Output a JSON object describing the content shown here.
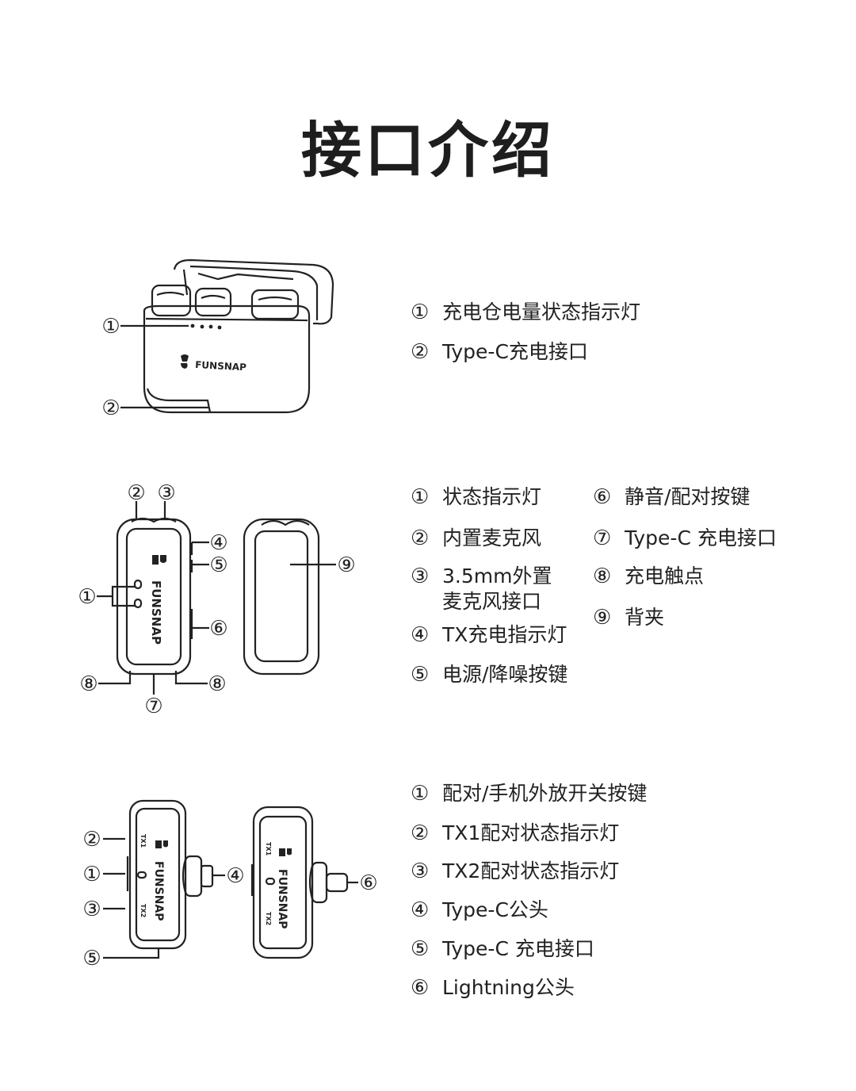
{
  "title": "接口介绍",
  "brand": "FUNSNAP",
  "labels": {
    "n1": "①",
    "n2": "②",
    "n3": "③",
    "n4": "④",
    "n5": "⑤",
    "n6": "⑥",
    "n7": "⑦",
    "n8": "⑧",
    "n9": "⑨",
    "tx1": "TX1",
    "tx2": "TX2"
  },
  "section1": [
    {
      "num": "①",
      "text": "充电仓电量状态指示灯"
    },
    {
      "num": "②",
      "text": "Type-C充电接口"
    }
  ],
  "section2_left": [
    {
      "num": "①",
      "text": "状态指示灯"
    },
    {
      "num": "②",
      "text": "内置麦克风"
    },
    {
      "num": "③",
      "text": "3.5mm外置",
      "text2": "麦克风接口"
    },
    {
      "num": "④",
      "text": "TX充电指示灯"
    },
    {
      "num": "⑤",
      "text": "电源/降噪按键"
    }
  ],
  "section2_right": [
    {
      "num": "⑥",
      "text": "静音/配对按键"
    },
    {
      "num": "⑦",
      "text": "Type-C 充电接口"
    },
    {
      "num": "⑧",
      "text": "充电触点"
    },
    {
      "num": "⑨",
      "text": "背夹"
    }
  ],
  "section3": [
    {
      "num": "①",
      "text": "配对/手机外放开关按键"
    },
    {
      "num": "②",
      "text": "TX1配对状态指示灯"
    },
    {
      "num": "③",
      "text": "TX2配对状态指示灯"
    },
    {
      "num": "④",
      "text": "Type-C公头"
    },
    {
      "num": "⑤",
      "text": "Type-C 充电接口"
    },
    {
      "num": "⑥",
      "text": "Lightning公头"
    }
  ]
}
